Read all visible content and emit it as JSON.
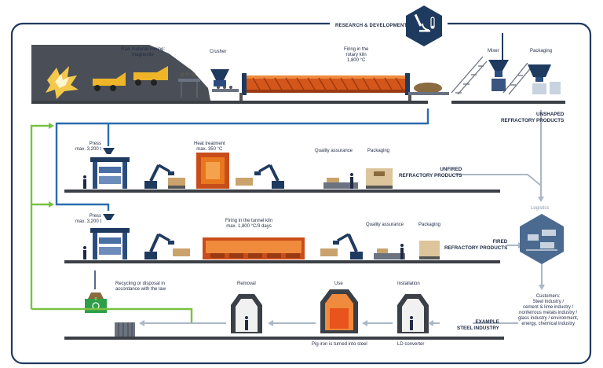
{
  "header": {
    "title": "RESEARCH & DEVELOPMENT",
    "icon": "microscope-icon"
  },
  "colors": {
    "navy": "#1f3a5f",
    "blue": "#2b6cb0",
    "green": "#7ac143",
    "grey": "#aab7c6",
    "orange": "#e8781e",
    "kiln": "#d4561b",
    "dark": "#3b3f46"
  },
  "stage1": {
    "mining": "Raw material mining:\nmagnesite",
    "crusher": "Crusher",
    "kiln": "Firing in the\nrotary kiln\n1,800 °C",
    "mixer": "Mixer",
    "packaging": "Packaging",
    "output": "UNSHAPED\nREFRACTORY PRODUCTS"
  },
  "stage2": {
    "press": "Press\nmax. 3,200 t",
    "heat": "Heat treatment\nmax. 350 °C",
    "qa": "Quality assurance",
    "packaging": "Packaging",
    "output": "UNFIRED\nREFRACTORY PRODUCTS"
  },
  "stage3": {
    "press": "Press\nmax. 3,200 t",
    "tunnel": "Firing in the tunnel kiln\nmax. 1,800 °C/3 days",
    "qa": "Quality assurance",
    "packaging": "Packaging",
    "output": "FIRED\nREFRACTORY PRODUCTS"
  },
  "logistics": "Logistics",
  "customers": "Customers:\nSteel industry /\ncement & lime industry /\nnonferrous metals industry /\nglass industry / environment,\nenergy, chemical industry",
  "stage4": {
    "recycling": "Recycling or disposal in\naccordance with the law",
    "removal": "Removal",
    "use": "Use",
    "installation": "Installation",
    "example": "EXAMPLE\nSTEEL INDUSTRY",
    "pig_iron": "Pig iron is turned into steel",
    "ld": "LD converter"
  }
}
